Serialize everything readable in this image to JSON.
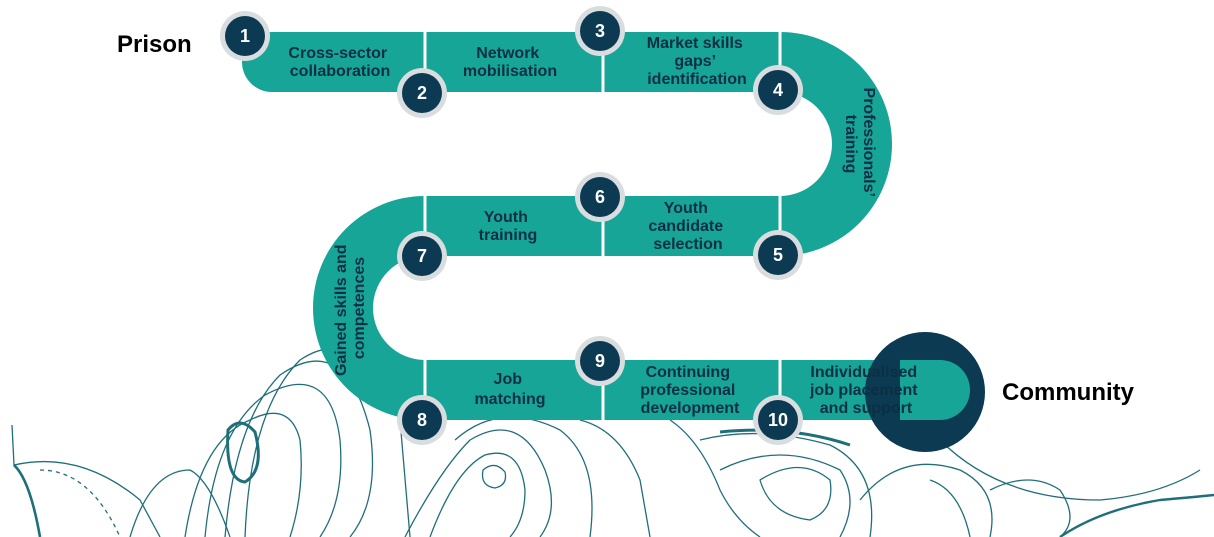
{
  "start_label": "Prison",
  "end_label": "Community",
  "colors": {
    "path": "#16a597",
    "badge": "#0b3a52",
    "badge_ring": "#d9dde0",
    "text": "#0b2f44",
    "contour": "#1f6f7a"
  },
  "steps": [
    {
      "number": "1",
      "lines": [
        "Cross-sector",
        "collaboration"
      ]
    },
    {
      "number": "2",
      "lines": [
        "Network",
        "mobilisation"
      ]
    },
    {
      "number": "3",
      "lines": [
        "Market skills",
        "gaps’",
        "identification"
      ]
    },
    {
      "number": "4",
      "lines": [
        "Professionals’",
        "training"
      ]
    },
    {
      "number": "5",
      "lines": [
        "Youth",
        "candidate",
        "selection"
      ]
    },
    {
      "number": "6",
      "lines": [
        "Youth",
        "training"
      ]
    },
    {
      "number": "7",
      "lines": [
        "Gained skills and",
        "competences"
      ]
    },
    {
      "number": "8",
      "lines": [
        "Job",
        "matching"
      ]
    },
    {
      "number": "9",
      "lines": [
        "Continuing",
        "professional",
        "development"
      ]
    },
    {
      "number": "10",
      "lines": [
        "Individualised",
        "job placement",
        "and support"
      ]
    }
  ]
}
